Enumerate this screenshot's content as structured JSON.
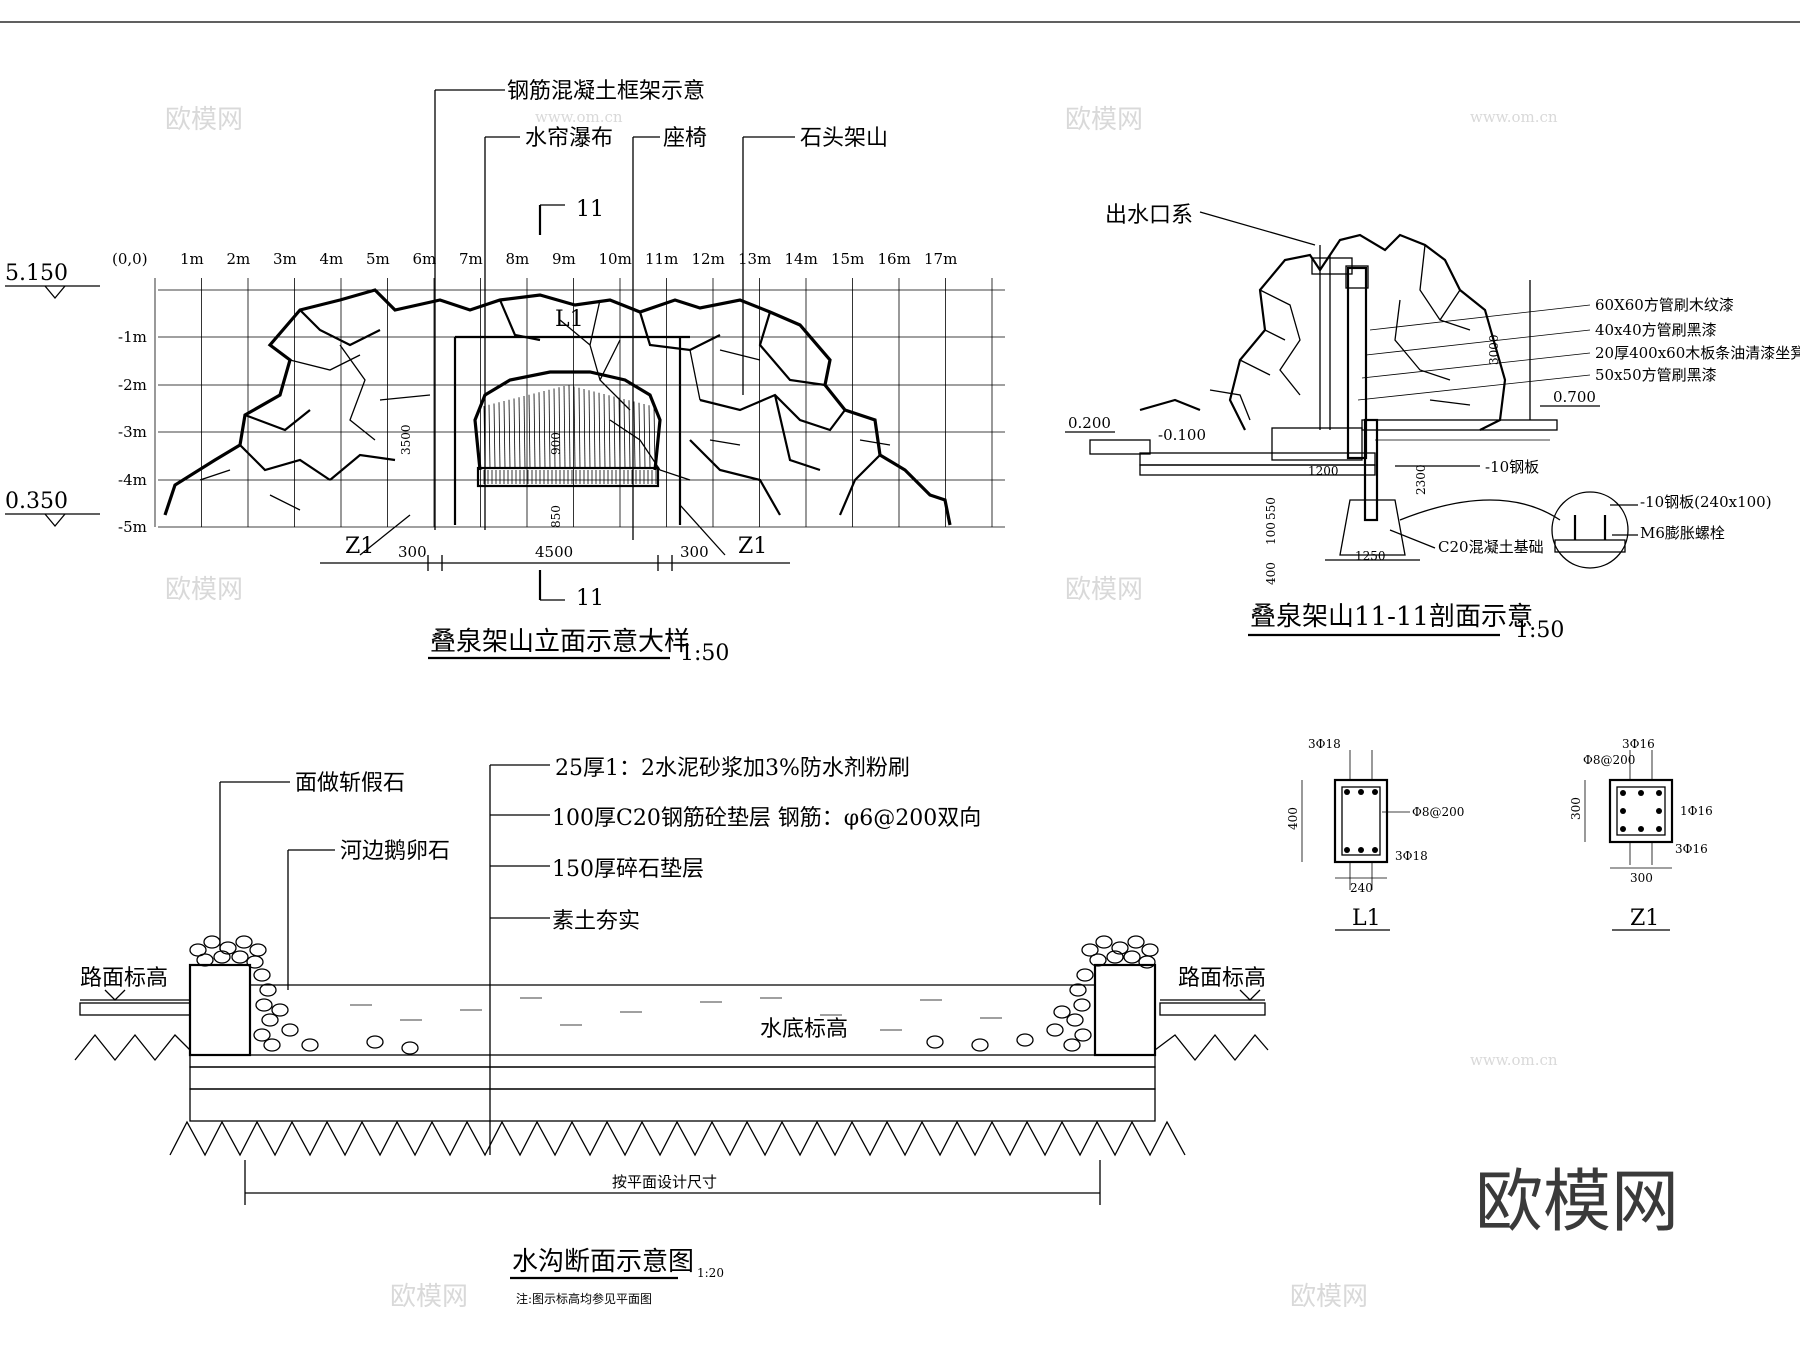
{
  "elevation": {
    "labels": {
      "frame": "钢筋混凝土框架示意",
      "curtain": "水帘瀑布",
      "bench": "座椅",
      "rockery": "石头架山",
      "section_mark": "11",
      "beam_mark": "L1",
      "column_mark": "Z1"
    },
    "origin": "(0,0)",
    "x_ticks": [
      "1m",
      "2m",
      "3m",
      "4m",
      "5m",
      "6m",
      "7m",
      "8m",
      "9m",
      "10m",
      "11m",
      "12m",
      "13m",
      "14m",
      "15m",
      "16m",
      "17m"
    ],
    "y_ticks": [
      "-1m",
      "-2m",
      "-3m",
      "-4m",
      "-5m"
    ],
    "level_top": "5.150",
    "level_bottom": "0.350",
    "dims": {
      "left": "300",
      "mid": "4500",
      "right": "300",
      "height": "3500",
      "inner": "900",
      "base": "850"
    },
    "title": "叠泉架山立面示意大样",
    "scale": "1:50"
  },
  "section": {
    "outlet": "出水口系",
    "notes": [
      "60X60方管刷木纹漆",
      "40x40方管刷黑漆",
      "20厚400x60木板条油清漆坐凳",
      "50x50方管刷黑漆"
    ],
    "steel": "-10钢板",
    "steel_detail": "-10钢板(240x100)",
    "bolt": "M6膨胀螺栓",
    "foundation": "C20混凝土基础",
    "level_left": "0.200",
    "level_water": "-0.100",
    "level_right": "0.700",
    "dims": {
      "height": "3000",
      "a": "2300",
      "b": "1200",
      "c": "550",
      "d": "100",
      "e": "400",
      "width": "1250"
    },
    "title": "叠泉架山11-11剖面示意",
    "scale": "1:50"
  },
  "beam": {
    "name": "L1",
    "top": "3Φ18",
    "stirrup": "Φ8@200",
    "bottom": "3Φ18",
    "h": "400",
    "w": "240"
  },
  "column": {
    "name": "Z1",
    "top": "3Φ16",
    "stirrup": "Φ8@200",
    "side": "1Φ16",
    "bottom": "3Φ16",
    "h": "300",
    "w": "300"
  },
  "ditch": {
    "labels": {
      "fake_stone": "面做斩假石",
      "pebble": "河边鹅卵石",
      "layer1": "25厚1：2水泥砂浆加3%防水剂粉刷",
      "layer2": "100厚C20钢筋砼垫层 钢筋：φ6@200双向",
      "layer3": "150厚碎石垫层",
      "layer4": "素土夯实",
      "road_left": "路面标高",
      "road_right": "路面标高",
      "water_bottom": "水底标高",
      "dim": "按平面设计尺寸"
    },
    "title": "水沟断面示意图",
    "scale": "1:20",
    "note": "注:图示标高均参见平面图"
  },
  "watermark": {
    "brand": "欧模网",
    "url": "www.om.cn"
  }
}
